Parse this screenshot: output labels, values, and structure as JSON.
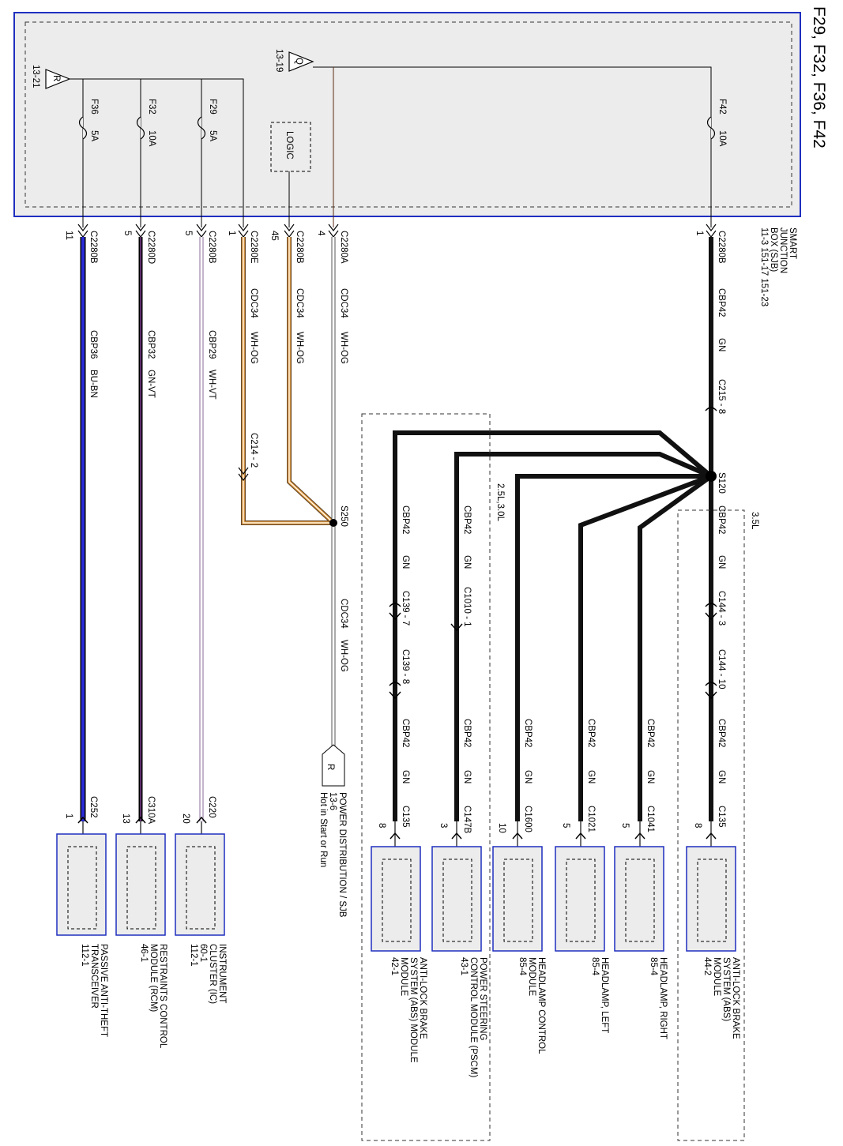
{
  "title": "F29, F32, F36, F42",
  "sjb": {
    "line1": "SMART",
    "line2": "JUNCTION",
    "line3": "BOX (SJB)",
    "line4": "11-3   151-17  151-23"
  },
  "feeds": {
    "r_ref": "13-21",
    "r_letter": "R",
    "q_ref": "13-19",
    "q_letter": "Q",
    "logic": "LOGIC"
  },
  "fuses": [
    {
      "name": "F36",
      "rating": "5A"
    },
    {
      "name": "F32",
      "rating": "10A"
    },
    {
      "name": "F29",
      "rating": "5A"
    },
    {
      "name": "F42",
      "rating": "10A"
    }
  ],
  "pins": {
    "p11": "11",
    "c11": "C2280B",
    "p5a": "5",
    "c5a": "C2280D",
    "p5b": "5",
    "c5b": "C2280B",
    "p1e": "1",
    "c1e": "C2280E",
    "p45": "45",
    "c45": "C2280B",
    "p4": "4",
    "c4": "C2280A",
    "p1b": "1",
    "c1b": "C2280B"
  },
  "circuits": {
    "cbp36": "CBP36",
    "bu_bn": "BU-BN",
    "cbp32": "CBP32",
    "gn_vt": "GN-VT",
    "cbp29": "CBP29",
    "wh_vt": "WH-VT",
    "cdc34": "CDC34",
    "wh_og": "WH-OG",
    "cbp42": "CBP42",
    "gn": "GN"
  },
  "connectors": {
    "c214": "C214 - 2",
    "s250": "S250",
    "c215": "C215 - 8",
    "s120": "S120",
    "c139_7": "C139 - 7",
    "c139_8": "C139 - 8",
    "c1010": "C1010 - 1",
    "c144_3": "C144 - 3",
    "c144_10": "C144 - 10",
    "engine": "2.5L,3.0L",
    "engine35": "3.5L"
  },
  "power_dist": {
    "letter": "R",
    "line1": "POWER DISTRIBUTION / SJB",
    "line2": "13-6",
    "line3": "Hot in Start or Run"
  },
  "components": [
    {
      "pin": "1",
      "conn": "C252",
      "name1": "PASSIVE ANTI-THEFT",
      "name2": "TRANSCEIVER",
      "name3": "112-1"
    },
    {
      "pin": "13",
      "conn": "C310A",
      "name1": "RESTRAINTS CONTROL",
      "name2": "MODULE (RCM)",
      "name3": "46-1"
    },
    {
      "pin": "20",
      "conn": "C220",
      "name1": "INSTRUMENT",
      "name2": "CLUSTER (IC)",
      "name3": "60-1",
      "name4": "112-1"
    },
    {
      "pin": "8",
      "conn": "C135",
      "name1": "ANTI-LOCK BRAKE",
      "name2": "SYSTEM (ABS) MODULE",
      "name3": "MODULE",
      "name4": "42-1"
    },
    {
      "pin": "3",
      "conn": "C147B",
      "name1": "POWER STEERING",
      "name2": "CONTROL MODULE (PSCM)",
      "name3": "43-1"
    },
    {
      "pin": "10",
      "conn": "C1600",
      "name1": "HEADLAMP CONTROL",
      "name2": "MODULE",
      "name3": "85-4"
    },
    {
      "pin": "5",
      "conn": "C1021",
      "name1": "HEADLAMP, LEFT",
      "name2": "85-4"
    },
    {
      "pin": "5",
      "conn": "C1041",
      "name1": "HEADLAMP, RIGHT",
      "name2": "85-4"
    },
    {
      "pin": "8",
      "conn": "C135",
      "name1": "ANTI-LOCK BRAKE",
      "name2": "SYSTEM (ABS)",
      "name3": "MODULE",
      "name4": "44-2"
    }
  ],
  "colors": {
    "frame_blue": "#1f2fbf",
    "box_fill": "#ececec",
    "wire_bu": "#2b2bd6",
    "wire_vt": "#6a2a7a",
    "wire_og": "#e8a040",
    "wire_gn": "#111111"
  }
}
